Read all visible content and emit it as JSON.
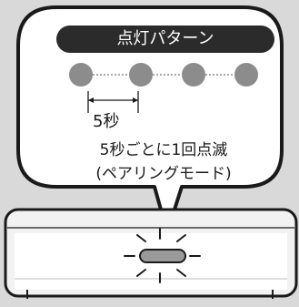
{
  "title": "点灯パターン",
  "pattern": {
    "interval_label": "5秒",
    "description_line1": "5秒ごとに1回点滅",
    "description_line2": "(ペアリングモード)",
    "dot_count": 4
  },
  "colors": {
    "background": "#d9d9d9",
    "bubble_fill": "#ffffff",
    "outline": "#1a1a1a",
    "title_pill": "#2b2b2b",
    "title_text": "#ffffff",
    "led_dot": "#8c8c8c",
    "device_body": "#f2f2f2",
    "device_indicator": "#9a9a9a"
  },
  "icons": [
    "speech-bubble",
    "blinking-light-rays",
    "device-box"
  ]
}
